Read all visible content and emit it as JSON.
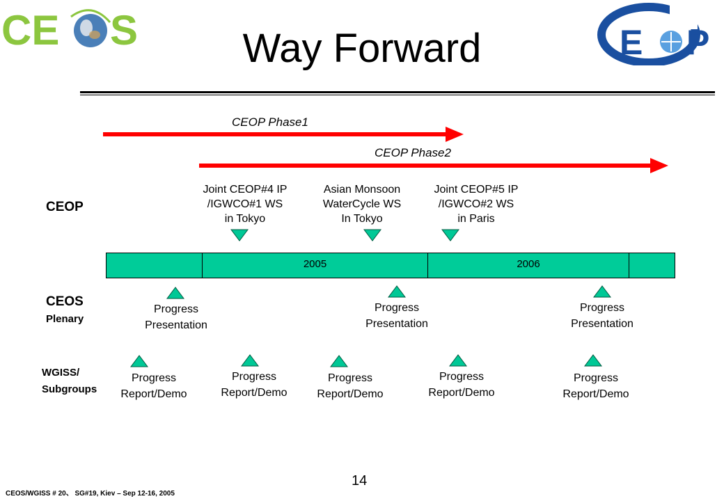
{
  "header": {
    "title": "Way Forward",
    "ceos_logo_text": "CEOS",
    "ceop_logo_text": "CEOP"
  },
  "phases": [
    {
      "label": "CEOP Phase1"
    },
    {
      "label": "CEOP Phase2"
    }
  ],
  "rows": {
    "ceop": "CEOP",
    "ceos": "CEOS",
    "ceos_sub": "Plenary",
    "wgiss": "WGISS/",
    "wgiss_sub": "Subgroups"
  },
  "ceop_events": [
    {
      "line1": "Joint CEOP#4 IP",
      "line2": "/IGWCO#1 WS",
      "line3": "in Tokyo"
    },
    {
      "line1": "Asian Monsoon",
      "line2": "WaterCycle WS",
      "line3": "In Tokyo"
    },
    {
      "line1": "Joint CEOP#5 IP",
      "line2": "/IGWCO#2 WS",
      "line3": "in Paris"
    }
  ],
  "timeline": {
    "years": [
      "2005",
      "2006"
    ]
  },
  "plenary_items": [
    {
      "line1": "Progress",
      "line2": "Presentation"
    },
    {
      "line1": "Progress",
      "line2": "Presentation"
    },
    {
      "line1": "Progress",
      "line2": "Presentation"
    }
  ],
  "wgiss_items": [
    {
      "line1": "Progress",
      "line2": "Report/Demo"
    },
    {
      "line1": "Progress",
      "line2": "Report/Demo"
    },
    {
      "line1": "Progress",
      "line2": "Report/Demo"
    },
    {
      "line1": "Progress",
      "line2": "Report/Demo"
    },
    {
      "line1": "Progress",
      "line2": "Report/Demo"
    }
  ],
  "footer": {
    "text": "CEOS/WGISS # 20、 SG#19, Kiev – Sep 12-16, 2005",
    "page_number": "14"
  },
  "colors": {
    "arrow": "#ff0000",
    "marker": "#00c896",
    "timeline": "#00cc99"
  }
}
